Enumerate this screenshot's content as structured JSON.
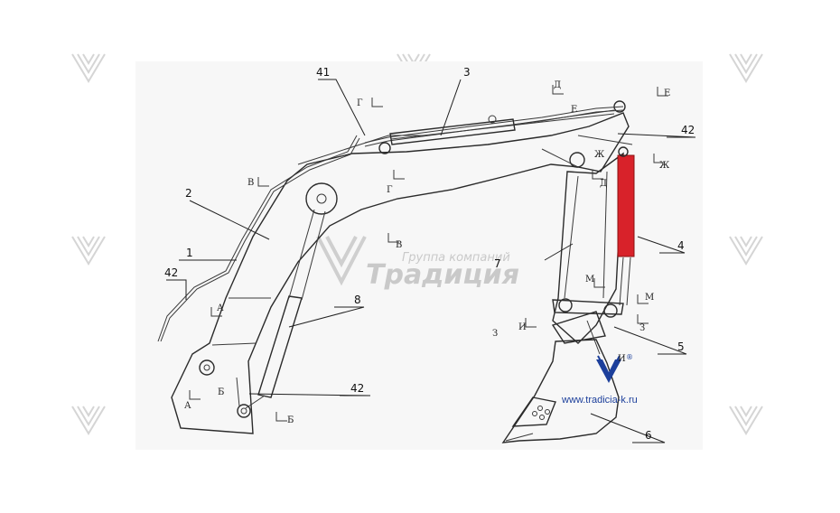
{
  "watermark": {
    "company_line": "Группа компаний",
    "brand": "Традиция",
    "url": "www.tradicia-k.ru",
    "registered_mark": "®"
  },
  "colors": {
    "paper": "#f7f7f7",
    "drawing": "#2b2b2b",
    "highlight": "#d8222a",
    "logo_blue": "#1c3f9b",
    "watermark_gray": "#cfcfcf"
  },
  "part_labels": [
    "1",
    "2",
    "3",
    "4",
    "5",
    "6",
    "7",
    "8",
    "41",
    "42",
    "42",
    "42"
  ],
  "section_marks": [
    "А",
    "А",
    "Б",
    "Б",
    "В",
    "В",
    "Г",
    "Г",
    "Д",
    "Д",
    "Е",
    "Е",
    "Ж",
    "Ж",
    "З",
    "З",
    "И",
    "И",
    "М",
    "М"
  ],
  "highlighted_part": "4"
}
